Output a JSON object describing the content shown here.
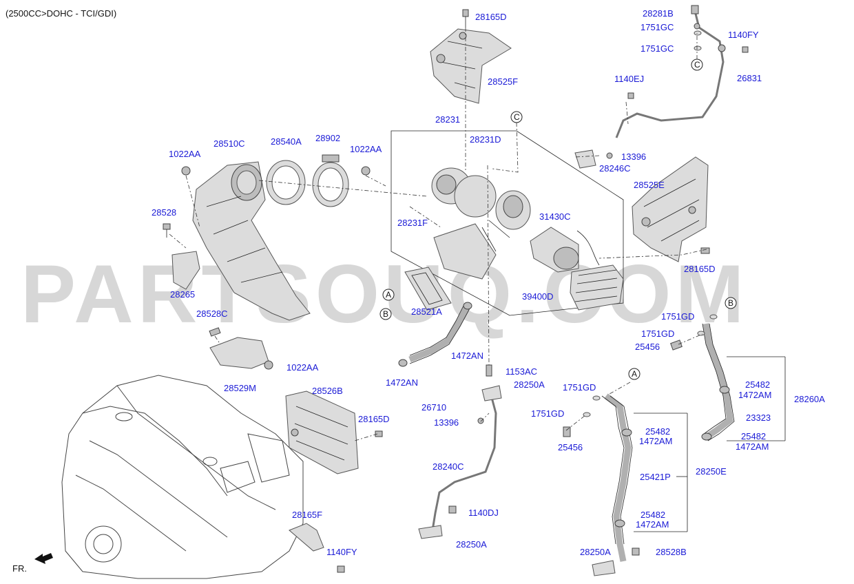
{
  "header": {
    "title": "(2500CC>DOHC - TCI/GDI)"
  },
  "watermark": "PARTSOUQ.COM",
  "direction": "FR.",
  "refs": [
    "A",
    "B",
    "C"
  ],
  "labels": {
    "p28165D_top": "28165D",
    "p28525F": "28525F",
    "p28231": "28231",
    "p28231D": "28231D",
    "p28231F": "28231F",
    "p28510C": "28510C",
    "p28540A": "28540A",
    "p28902": "28902",
    "p1022AA_top": "1022AA",
    "p1022AA_left": "1022AA",
    "p28528": "28528",
    "p28265": "28265",
    "p28528C": "28528C",
    "p28529M": "28529M",
    "p1022AA_bottom": "1022AA",
    "p28281B": "28281B",
    "p1751GC_a": "1751GC",
    "p1751GC_b": "1751GC",
    "p1140FY_top": "1140FY",
    "p1140EJ": "1140EJ",
    "p26831": "26831",
    "p13396_top": "13396",
    "p28246C": "28246C",
    "p28525E": "28525E",
    "p28165D_right": "28165D",
    "p31430C": "31430C",
    "p39400D": "39400D",
    "p28521A": "28521A",
    "p1472AN_a": "1472AN",
    "p1472AN_b": "1472AN",
    "p26710": "26710",
    "p1153AC": "1153AC",
    "p28250A_mid": "28250A",
    "p13396_mid": "13396",
    "p28240C": "28240C",
    "p1140DJ": "1140DJ",
    "p28250A_bot": "28250A",
    "p28526B": "28526B",
    "p28165D_mid": "28165D",
    "p28165F": "28165F",
    "p1140FY_bot": "1140FY",
    "p1751GD_a": "1751GD",
    "p1751GD_b": "1751GD",
    "p25456_right": "25456",
    "p25482_a": "25482",
    "p1472AM_a": "1472AM",
    "p28260A": "28260A",
    "p23323": "23323",
    "p25482_b": "25482",
    "p1472AM_b": "1472AM",
    "p1751GD_c": "1751GD",
    "p1751GD_d": "1751GD",
    "p25456_mid": "25456",
    "p25482_c": "25482",
    "p1472AM_c": "1472AM",
    "p25421P": "25421P",
    "p28250E": "28250E",
    "p25482_d": "25482",
    "p1472AM_d": "1472AM",
    "p28250A_r": "28250A",
    "p28528B": "28528B"
  }
}
